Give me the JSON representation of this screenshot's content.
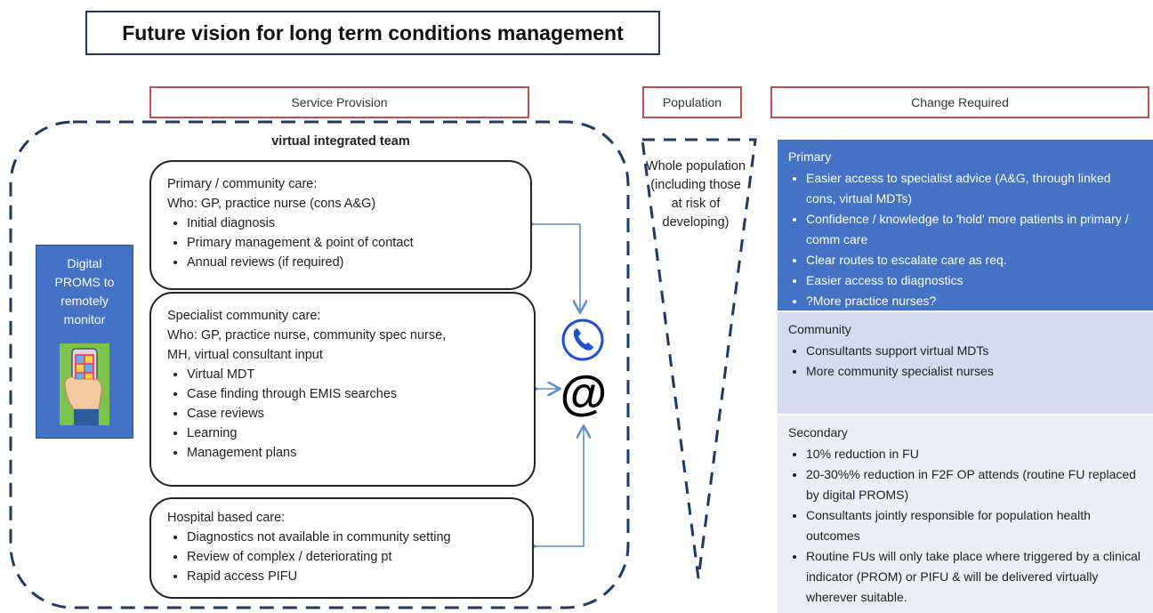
{
  "title": "Future vision for long term conditions management",
  "headers": {
    "service": "Service Provision",
    "population": "Population",
    "change": "Change Required"
  },
  "virtual_team_label": "virtual integrated team",
  "proms": {
    "lines": [
      "Digital",
      "PROMS to",
      "remotely",
      "monitor"
    ],
    "icon": "phone-in-hand-icon"
  },
  "primary_card": {
    "heading": "Primary / community care:",
    "who": "Who: GP, practice nurse (cons A&G)",
    "items": [
      "Initial diagnosis",
      "Primary management & point of contact",
      "Annual reviews (if required)"
    ]
  },
  "specialist_card": {
    "heading": "Specialist community care:",
    "who_line1": "Who: GP, practice nurse, community spec nurse,",
    "who_line2": "MH, virtual consultant input",
    "items": [
      "Virtual MDT",
      "Case finding through EMIS searches",
      "Case reviews",
      "Learning",
      "Management plans"
    ]
  },
  "hospital_card": {
    "heading": "Hospital based care:",
    "items": [
      "Diagnostics not available in community setting",
      "Review of complex / deteriorating pt",
      "Rapid access PIFU"
    ]
  },
  "population_text": {
    "lines": [
      "Whole population",
      "(including those",
      "at risk of",
      "developing)"
    ]
  },
  "change": {
    "primary": {
      "heading": "Primary",
      "items": [
        "Easier access to specialist advice (A&G, through linked cons, virtual MDTs)",
        "Confidence / knowledge to 'hold' more patients in primary / comm care",
        "Clear routes to escalate care as req.",
        "Easier access to diagnostics",
        "?More practice nurses?"
      ]
    },
    "community": {
      "heading": "Community",
      "items": [
        "Consultants support virtual MDTs",
        "More community specialist nurses"
      ]
    },
    "secondary": {
      "heading": "Secondary",
      "items": [
        "10% reduction in FU",
        "20-30%% reduction in F2F OP attends (routine FU replaced by digital PROMS)",
        "Consultants jointly responsible for population health outcomes",
        "Routine FUs will only take place where triggered by a clinical indicator (PROM) or PIFU & will be delivered virtually wherever suitable."
      ]
    }
  },
  "colors": {
    "accent_blue": "#4472c4",
    "header_red": "#c0504d",
    "dashed_navy": "#1f3864",
    "arrow_blue": "#5b8fd6",
    "community_bg": "#d6dcef",
    "secondary_bg": "#ebeef6"
  },
  "icons": [
    "phone-icon",
    "at-sign-icon",
    "phone-in-hand-icon"
  ]
}
